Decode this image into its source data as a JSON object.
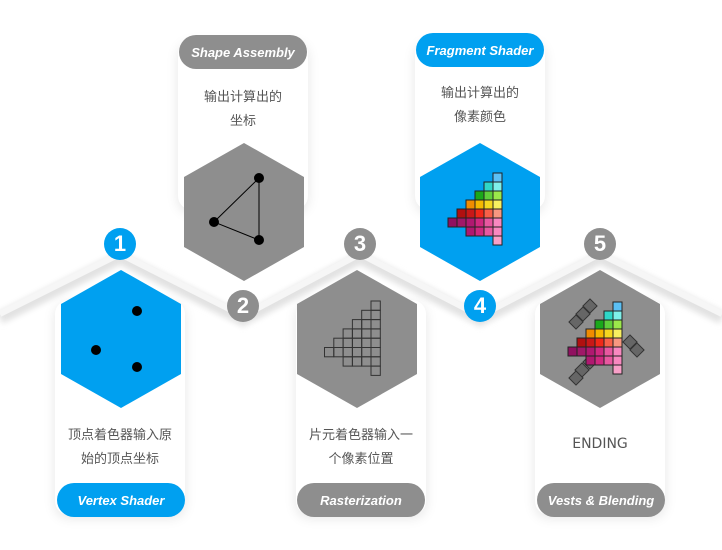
{
  "colors": {
    "blue": "#00a0f0",
    "gray": "#8e8e8e"
  },
  "steps": [
    {
      "number": "1",
      "name": "Vertex Shader",
      "desc": [
        "顶点着色器输入原",
        "始的顶点坐标"
      ]
    },
    {
      "number": "2",
      "name": "Shape Assembly",
      "desc": [
        "输出计算出的",
        "坐标"
      ]
    },
    {
      "number": "3",
      "name": "Rasterization",
      "desc": [
        "片元着色器输入一",
        "个像素位置"
      ]
    },
    {
      "number": "4",
      "name": "Fragment Shader",
      "desc": [
        "输出计算出的",
        "像素颜色"
      ]
    },
    {
      "number": "5",
      "name": "Vests & Blending",
      "desc": [
        "ENDING"
      ]
    }
  ]
}
